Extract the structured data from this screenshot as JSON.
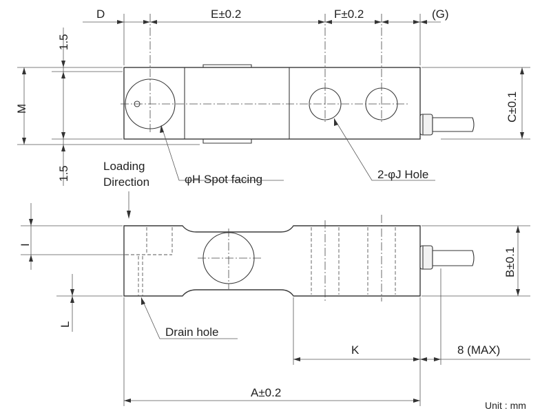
{
  "labels": {
    "dim_d": "D",
    "dim_e": "E±0.2",
    "dim_f": "F±0.2",
    "dim_g": "(G)",
    "dim_15_top": "1.5",
    "dim_m": "M",
    "dim_15_bottom": "1.5",
    "dim_c": "C±0.1",
    "loading_line1": "Loading",
    "loading_line2": "Direction",
    "spot_facing": "φH Spot facing",
    "hole": "2-φJ Hole",
    "dim_i": "I",
    "dim_b": "B±0.1",
    "dim_l": "L",
    "drain_hole": "Drain hole",
    "dim_k": "K",
    "dim_8max": "8 (MAX)",
    "dim_a": "A±0.2",
    "unit": "Unit : mm"
  },
  "colors": {
    "line": "#3a3a3a",
    "background": "#ffffff"
  }
}
